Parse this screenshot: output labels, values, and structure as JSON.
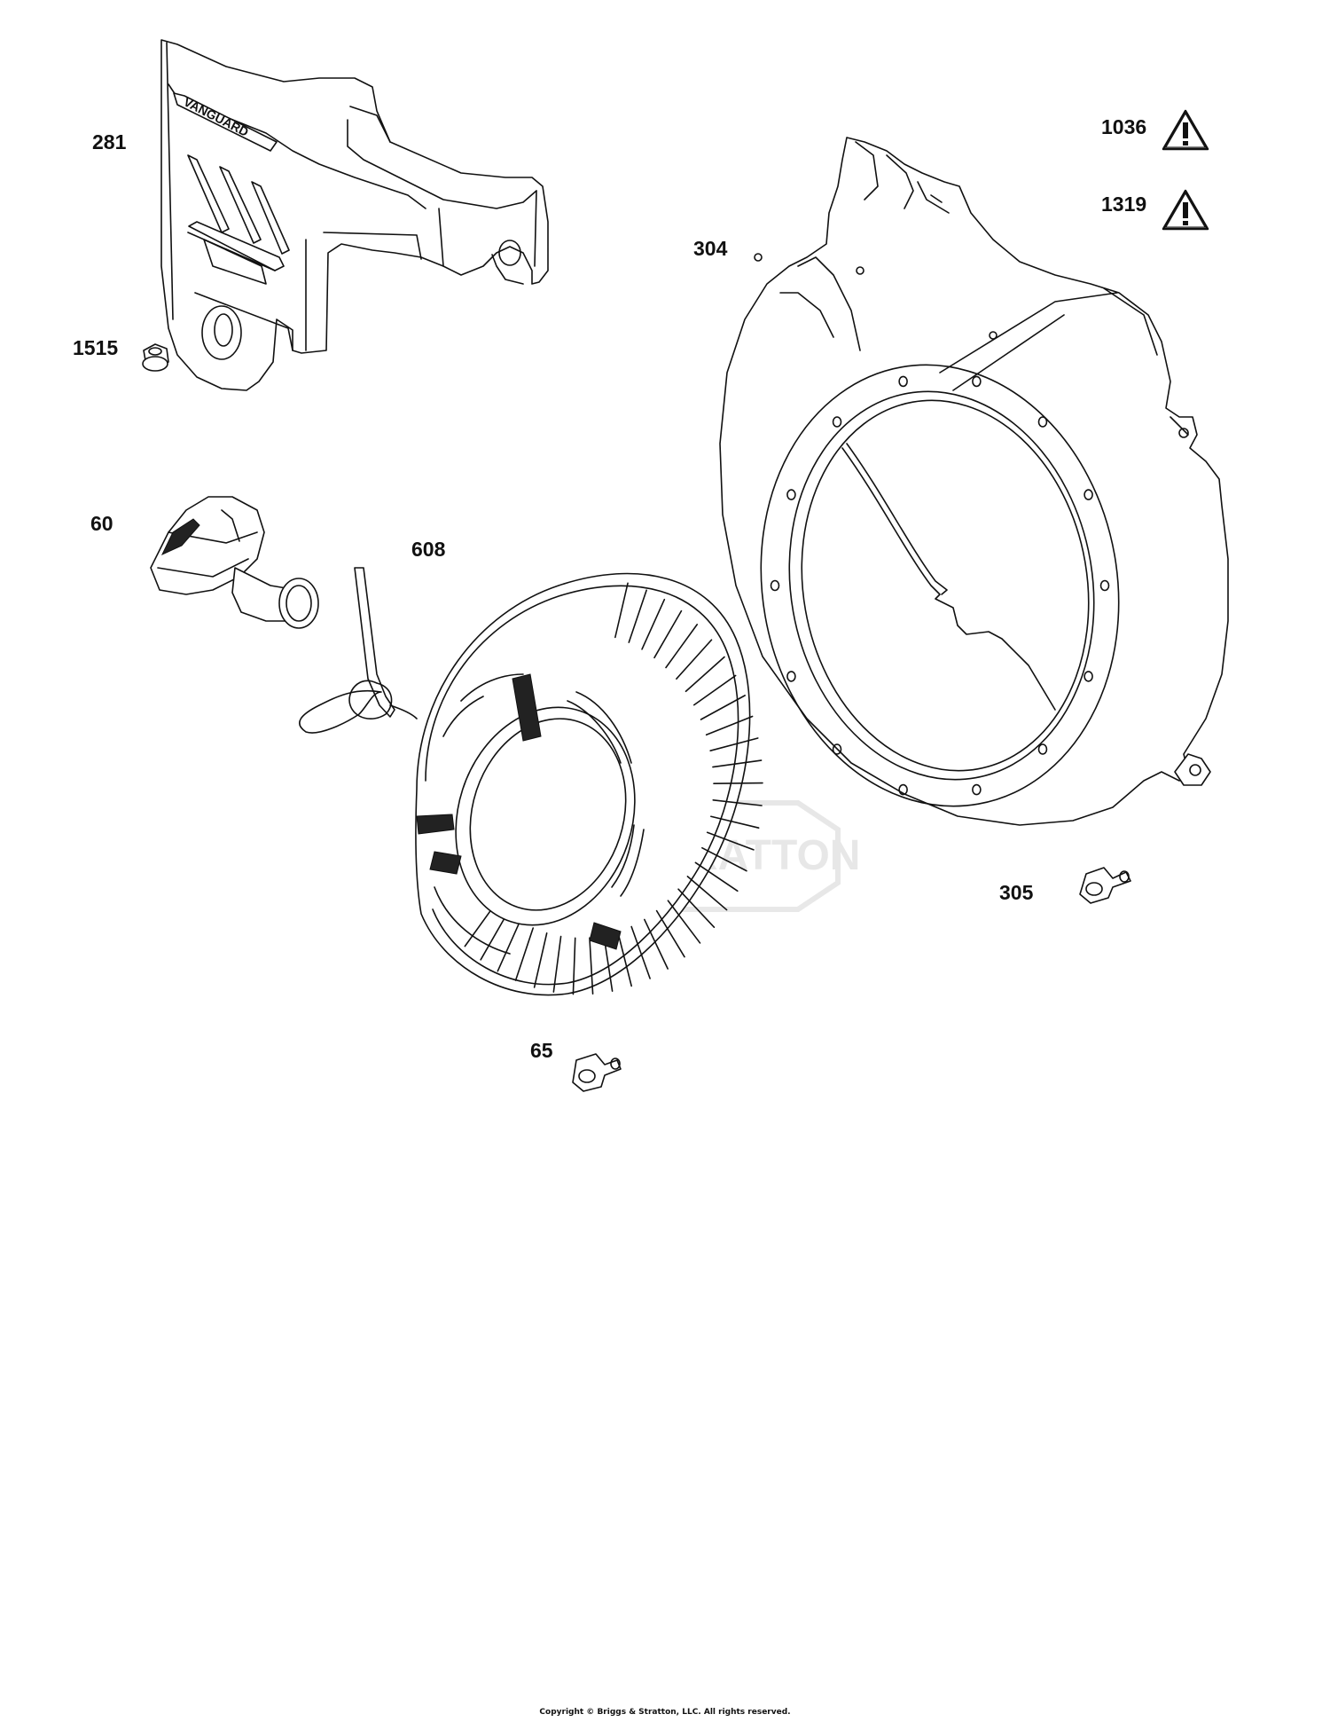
{
  "parts": [
    {
      "id": "p281",
      "label": "281"
    },
    {
      "id": "p1515",
      "label": "1515"
    },
    {
      "id": "p60",
      "label": "60"
    },
    {
      "id": "p608",
      "label": "608"
    },
    {
      "id": "p304",
      "label": "304"
    },
    {
      "id": "p1036",
      "label": "1036"
    },
    {
      "id": "p1319",
      "label": "1319"
    },
    {
      "id": "p305",
      "label": "305"
    },
    {
      "id": "p65",
      "label": "65"
    }
  ],
  "brand_text": "VANGUARD",
  "watermark": "BRIGGS & STRATTON",
  "footer": {
    "copyright": "Copyright © Briggs & Stratton, LLC. All rights reserved."
  },
  "icons": {
    "warning": "warning-triangle-icon"
  }
}
